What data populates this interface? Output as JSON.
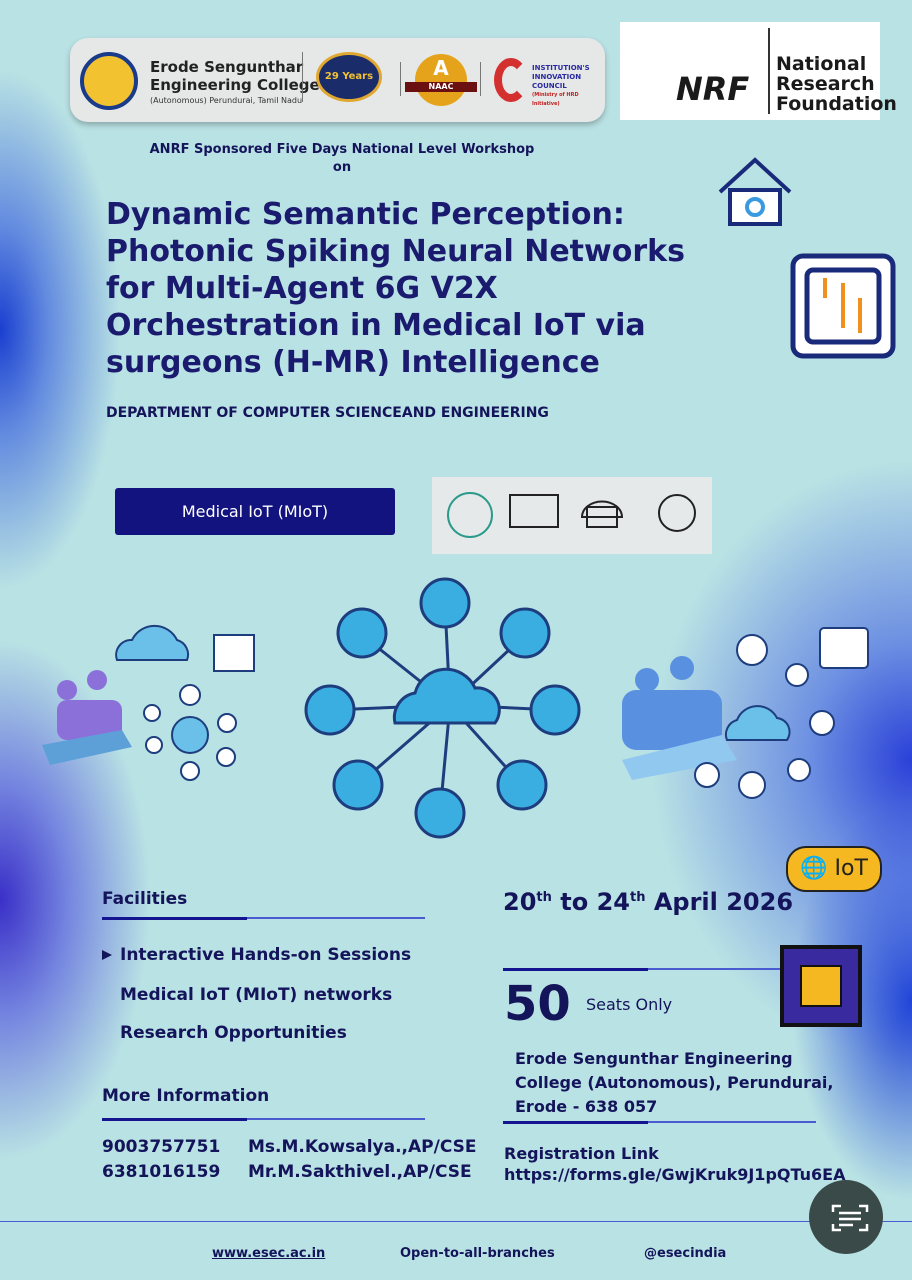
{
  "header": {
    "college_name_line1": "Erode Sengunthar",
    "college_name_line2": "Engineering College",
    "college_sub": "(Autonomous) Perundurai, Tamil Nadu",
    "badge_years": "29 Years",
    "badge_naac": "NAAC",
    "badge_naac_grade": "A",
    "iic_line1": "INSTITUTION'S",
    "iic_line2": "INNOVATION",
    "iic_line3": "COUNCIL",
    "iic_line4": "(Ministry of HRD Initiative)",
    "nrf_logo": "NRF",
    "nrf_name_line1": "National",
    "nrf_name_line2": "Research",
    "nrf_name_line3": "Foundation"
  },
  "event": {
    "sponsor_line": "ANRF Sponsored Five Days National Level Workshop",
    "on": "on",
    "title": "Dynamic Semantic Perception: Photonic Spiking Neural Networks for Multi-Agent 6G V2X Orchestration in Medical IoT via surgeons (H-MR) Intelligence",
    "department": "DEPARTMENT OF COMPUTER SCIENCEAND ENGINEERING",
    "tag": "Medical IoT (MIoT)"
  },
  "facilities": {
    "heading": "Facilities",
    "items": [
      "Interactive Hands-on Sessions",
      "Medical IoT (MIoT) networks",
      "Research Opportunities"
    ]
  },
  "more_info": {
    "heading": "More Information",
    "contacts": [
      {
        "phone": "9003757751",
        "name": "Ms.M.Kowsalya.,AP/CSE"
      },
      {
        "phone": "6381016159",
        "name": "Mr.M.Sakthivel.,AP/CSE"
      }
    ]
  },
  "dates": {
    "d1": "20",
    "d2": "24",
    "sup": "th",
    "to": "to",
    "rest": "April 2026"
  },
  "seats": {
    "count": "50",
    "label": "Seats Only"
  },
  "venue": [
    "Erode Sengunthar Engineering",
    "College (Autonomous), Perundurai,",
    "Erode - 638 057"
  ],
  "registration": {
    "label": "Registration Link",
    "url": "https://forms.gle/GwjKruk9J1pQTu6EA"
  },
  "iot_bubble": "IoT",
  "footer": {
    "website": "www.esec.ac.in",
    "branches": "Open-to-all-branches",
    "social": "@esecindia"
  },
  "colors": {
    "navy": "#14145a",
    "button": "#12137e",
    "accent_orange": "#f0a020"
  }
}
